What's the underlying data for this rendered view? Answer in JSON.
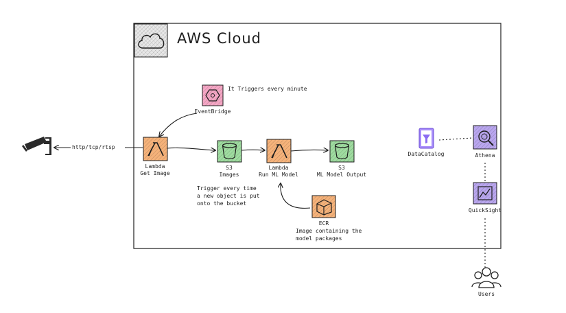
{
  "cloud": {
    "title": "AWS Cloud"
  },
  "camera": {
    "icon": "security-camera-icon"
  },
  "connection": {
    "protocol_label": "http/tcp/rtsp"
  },
  "nodes": {
    "eventbridge": {
      "label": "EventBridge",
      "note": "It Triggers every minute",
      "color": "#f4a6c4",
      "icon": "eventbridge-icon"
    },
    "lambda_get": {
      "line1": "Lambda",
      "line2": "Get Image",
      "color": "#f5b27a",
      "icon": "lambda-icon"
    },
    "s3_images": {
      "line1": "S3",
      "line2": "Images",
      "color": "#9fdca0",
      "icon": "s3-bucket-icon"
    },
    "lambda_run": {
      "line1": "Lambda",
      "line2": "Run ML Model",
      "color": "#f5b27a",
      "icon": "lambda-icon"
    },
    "s3_output": {
      "line1": "S3",
      "line2": "ML Model Output",
      "color": "#9fdca0",
      "icon": "s3-bucket-icon"
    },
    "ecr": {
      "label": "ECR",
      "note_line1": "Image containing the",
      "note_line2": "model packages",
      "color": "#f5b27a",
      "icon": "ecr-icon"
    },
    "datacatalog": {
      "label": "DataCatalog",
      "color": "#a78bfa",
      "icon": "glue-data-catalog-icon"
    },
    "athena": {
      "label": "Athena",
      "color": "#b9a6ee",
      "icon": "athena-icon"
    },
    "quicksight": {
      "label": "QuickSight",
      "color": "#b9a6ee",
      "icon": "quicksight-icon"
    },
    "users": {
      "label": "Users",
      "icon": "users-icon"
    }
  },
  "trigger_note": {
    "line1": "Trigger every time",
    "line2": "a new object is put",
    "line3": "onto the bucket"
  }
}
